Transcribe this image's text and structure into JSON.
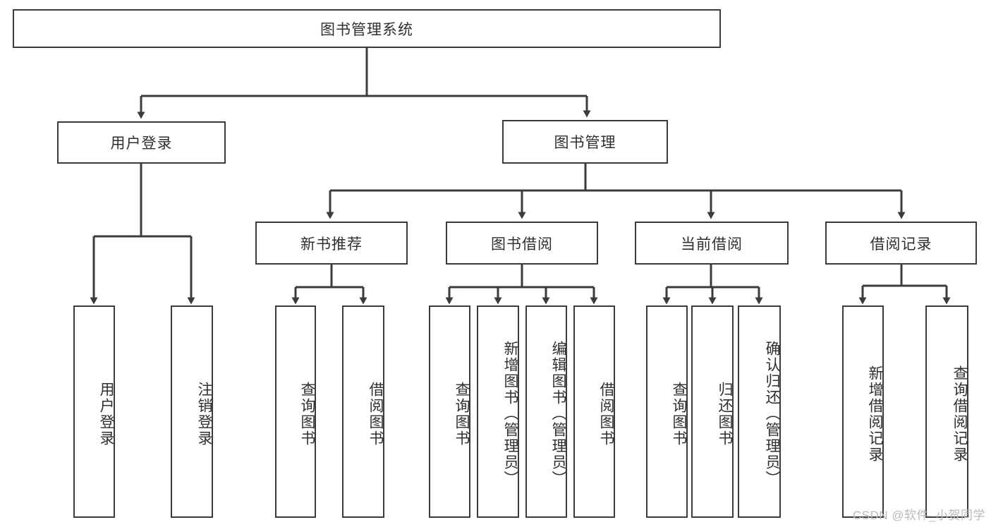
{
  "diagram": {
    "title_node": {
      "label": "图书管理系统"
    },
    "level1": [
      {
        "id": "user-login",
        "label": "用户登录"
      },
      {
        "id": "book-management",
        "label": "图书管理"
      }
    ],
    "level2": [
      {
        "id": "new-book-recommend",
        "label": "新书推荐"
      },
      {
        "id": "book-borrow",
        "label": "图书借阅"
      },
      {
        "id": "current-borrow",
        "label": "当前借阅"
      },
      {
        "id": "borrow-record",
        "label": "借阅记录"
      }
    ],
    "leaves": {
      "user_login": [
        {
          "id": "leaf-user-login",
          "label": "用户登录"
        },
        {
          "id": "leaf-logout-login",
          "label": "注销登录"
        }
      ],
      "new_book_recommend": [
        {
          "id": "leaf-query-book-1",
          "label": "查询图书"
        },
        {
          "id": "leaf-borrow-book-1",
          "label": "借阅图书"
        }
      ],
      "book_borrow": [
        {
          "id": "leaf-query-book-2",
          "label": "查询图书"
        },
        {
          "id": "leaf-add-book",
          "label": "新增图书（管理员）"
        },
        {
          "id": "leaf-edit-book",
          "label": "编辑图书（管理员）"
        },
        {
          "id": "leaf-borrow-book-2",
          "label": "借阅图书"
        }
      ],
      "current_borrow": [
        {
          "id": "leaf-query-book-3",
          "label": "查询图书"
        },
        {
          "id": "leaf-return-book",
          "label": "归还图书"
        },
        {
          "id": "leaf-confirm-return",
          "label": "确认归还（管理员）"
        }
      ],
      "borrow_record": [
        {
          "id": "leaf-add-record",
          "label": "新增借阅记录"
        },
        {
          "id": "leaf-query-record",
          "label": "查询借阅记录"
        }
      ]
    },
    "watermark": "CSDN @软件_小贺同学",
    "colors": {
      "line": "#3b3b3b",
      "box_fill": "#ffffff",
      "text": "#2f2f2f",
      "watermark": "#b9b9b9"
    }
  }
}
